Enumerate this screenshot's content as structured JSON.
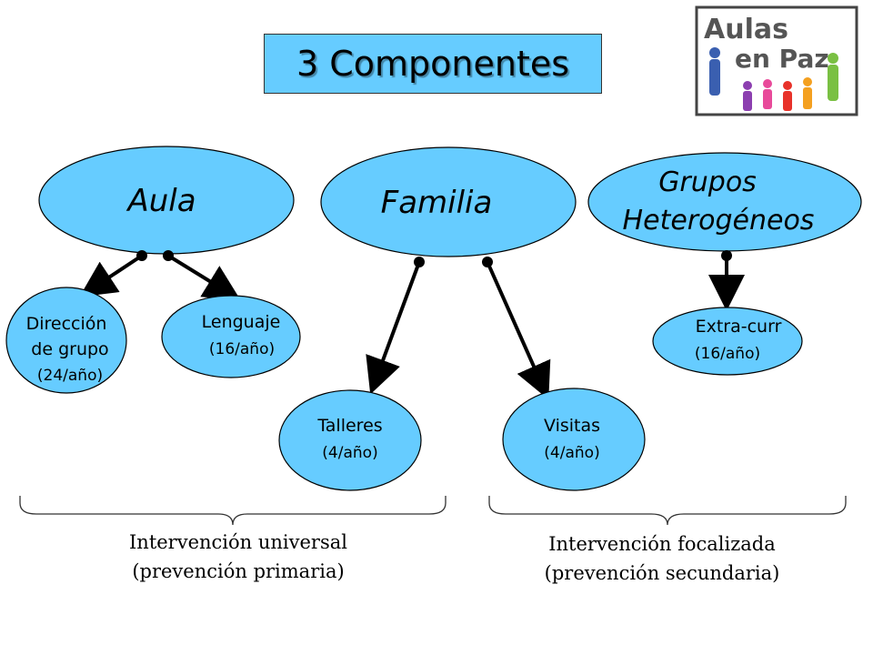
{
  "title": "3 Componentes",
  "logo": {
    "line1": "Aulas",
    "line2": "en Paz"
  },
  "components": [
    {
      "id": "aula",
      "label": "Aula"
    },
    {
      "id": "familia",
      "label": "Familia"
    },
    {
      "id": "grupos",
      "line1": "Grupos",
      "line2": "Heterogéneos"
    }
  ],
  "activities": [
    {
      "id": "direccion",
      "line1": "Dirección",
      "line2": "de grupo",
      "freq": "(24/año)"
    },
    {
      "id": "lenguaje",
      "line1": "Lenguaje",
      "freq": "(16/año)"
    },
    {
      "id": "talleres",
      "line1": "Talleres",
      "freq": "(4/año)"
    },
    {
      "id": "visitas",
      "line1": "Visitas",
      "freq": "(4/año)"
    },
    {
      "id": "extra",
      "line1": "Extra-curr",
      "freq": "(16/año)"
    }
  ],
  "brackets": [
    {
      "id": "universal",
      "line1": "Intervención universal",
      "line2": "(prevención primaria)"
    },
    {
      "id": "focalizada",
      "line1": "Intervención focalizada",
      "line2": "(prevención secundaria)"
    }
  ],
  "colors": {
    "node_fill": "#66ccff",
    "stroke": "#000000",
    "title_fill": "#66ccff"
  }
}
